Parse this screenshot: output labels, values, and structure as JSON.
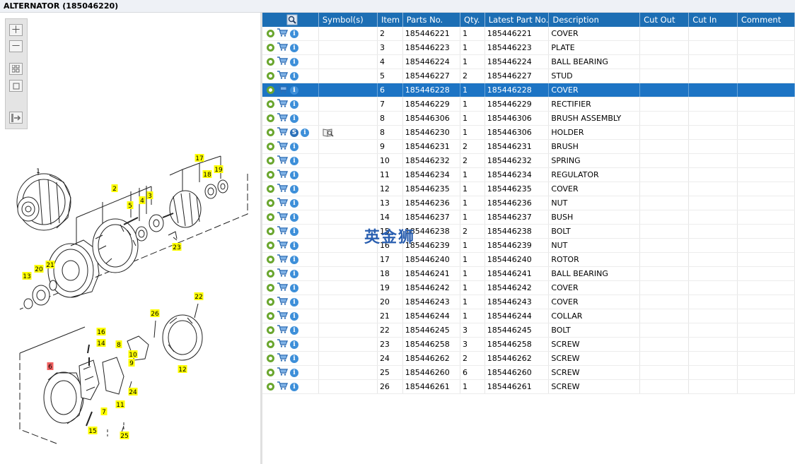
{
  "title": "ALTERNATOR (185046220)",
  "columns": [
    "Symbol(s)",
    "Item",
    "Parts No.",
    "Qty.",
    "Latest Part No.",
    "Description",
    "Cut Out",
    "Cut In",
    "Comment"
  ],
  "rows": [
    {
      "item": "2",
      "part": "185446221",
      "qty": "1",
      "latest": "185446221",
      "desc": "COVER"
    },
    {
      "item": "3",
      "part": "185446223",
      "qty": "1",
      "latest": "185446223",
      "desc": "PLATE"
    },
    {
      "item": "4",
      "part": "185446224",
      "qty": "1",
      "latest": "185446224",
      "desc": "BALL BEARING"
    },
    {
      "item": "5",
      "part": "185446227",
      "qty": "2",
      "latest": "185446227",
      "desc": "STUD"
    },
    {
      "item": "6",
      "part": "185446228",
      "qty": "1",
      "latest": "185446228",
      "desc": "COVER",
      "selected": true
    },
    {
      "item": "7",
      "part": "185446229",
      "qty": "1",
      "latest": "185446229",
      "desc": "RECTIFIER"
    },
    {
      "item": "8",
      "part": "185446306",
      "qty": "1",
      "latest": "185446306",
      "desc": "BRUSH ASSEMBLY"
    },
    {
      "item": "8",
      "part": "185446230",
      "qty": "1",
      "latest": "185446306",
      "desc": "HOLDER",
      "superseded": true
    },
    {
      "item": "9",
      "part": "185446231",
      "qty": "2",
      "latest": "185446231",
      "desc": "BRUSH"
    },
    {
      "item": "10",
      "part": "185446232",
      "qty": "2",
      "latest": "185446232",
      "desc": "SPRING"
    },
    {
      "item": "11",
      "part": "185446234",
      "qty": "1",
      "latest": "185446234",
      "desc": "REGULATOR"
    },
    {
      "item": "12",
      "part": "185446235",
      "qty": "1",
      "latest": "185446235",
      "desc": "COVER"
    },
    {
      "item": "13",
      "part": "185446236",
      "qty": "1",
      "latest": "185446236",
      "desc": "NUT"
    },
    {
      "item": "14",
      "part": "185446237",
      "qty": "1",
      "latest": "185446237",
      "desc": "BUSH"
    },
    {
      "item": "15",
      "part": "185446238",
      "qty": "2",
      "latest": "185446238",
      "desc": "BOLT"
    },
    {
      "item": "16",
      "part": "185446239",
      "qty": "1",
      "latest": "185446239",
      "desc": "NUT"
    },
    {
      "item": "17",
      "part": "185446240",
      "qty": "1",
      "latest": "185446240",
      "desc": "ROTOR"
    },
    {
      "item": "18",
      "part": "185446241",
      "qty": "1",
      "latest": "185446241",
      "desc": "BALL BEARING"
    },
    {
      "item": "19",
      "part": "185446242",
      "qty": "1",
      "latest": "185446242",
      "desc": "COVER"
    },
    {
      "item": "20",
      "part": "185446243",
      "qty": "1",
      "latest": "185446243",
      "desc": "COVER"
    },
    {
      "item": "21",
      "part": "185446244",
      "qty": "1",
      "latest": "185446244",
      "desc": "COLLAR"
    },
    {
      "item": "22",
      "part": "185446245",
      "qty": "3",
      "latest": "185446245",
      "desc": "BOLT"
    },
    {
      "item": "23",
      "part": "185446258",
      "qty": "3",
      "latest": "185446258",
      "desc": "SCREW"
    },
    {
      "item": "24",
      "part": "185446262",
      "qty": "2",
      "latest": "185446262",
      "desc": "SCREW"
    },
    {
      "item": "25",
      "part": "185446260",
      "qty": "6",
      "latest": "185446260",
      "desc": "SCREW"
    },
    {
      "item": "26",
      "part": "185446261",
      "qty": "1",
      "latest": "185446261",
      "desc": "SCREW"
    }
  ],
  "watermark": "英金狮",
  "diagram_callouts": [
    "1",
    "2",
    "3",
    "4",
    "5",
    "6",
    "7",
    "8",
    "9",
    "10",
    "11",
    "12",
    "13",
    "14",
    "15",
    "16",
    "17",
    "18",
    "19",
    "20",
    "21",
    "22",
    "23",
    "24",
    "25",
    "26"
  ],
  "icons": {
    "toolbar": [
      "zoom-in-icon",
      "zoom-out-icon",
      "fit-all-icon",
      "fit-window-icon",
      "export-icon"
    ],
    "row": [
      "gear-icon",
      "cart-icon",
      "info-icon"
    ],
    "symbol": "s-icon",
    "book": "book-search-icon",
    "header": "search-icon"
  },
  "colors": {
    "header": "#1c6eb4",
    "selected": "#1d74c4",
    "callout": "#ffff00",
    "callout_active": "#f06060"
  }
}
